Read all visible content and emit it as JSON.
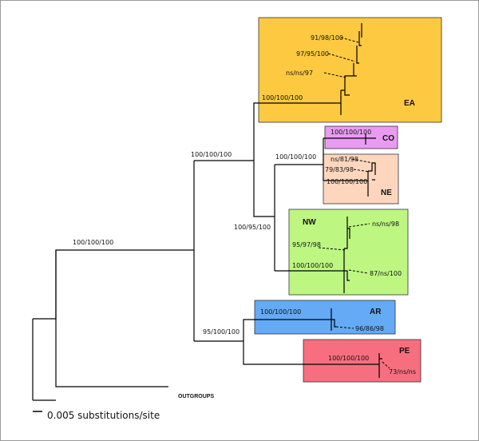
{
  "clades": [
    {
      "name": "EA",
      "color": "#fdc940",
      "support": "100/100/100"
    },
    {
      "name": "CO",
      "color": "#e99bf2",
      "support": "100/100/100"
    },
    {
      "name": "NE",
      "color": "#fdd6bd",
      "support": "100/100/100"
    },
    {
      "name": "NW",
      "color": "#bdf681",
      "support": "100/100/100"
    },
    {
      "name": "AR",
      "color": "#64aaf5",
      "support": "100/100/100"
    },
    {
      "name": "PE",
      "color": "#f76f7f",
      "support": "100/100/100"
    }
  ],
  "node_supports": {
    "root_ingroup": "100/100/100",
    "upper": "100/100/100",
    "mid": "100/95/100",
    "co_ne": "100/100/100",
    "ar_pe": "95/100/100"
  },
  "inner_supports": {
    "ea_1": "91/98/100",
    "ea_2": "97/95/100",
    "ea_3": "ns/ns/97",
    "ne_1": "ns/81/98",
    "ne_2": "79/83/98",
    "nw_1": "ns/ns/98",
    "nw_2": "95/97/98",
    "nw_3": "87/ns/100",
    "ar_1": "96/86/98",
    "pe_1": "73/ns/ns"
  },
  "outgroups_label": "OUTGROUPS",
  "scale_bar": {
    "label": "0.005 substitutions/site"
  }
}
